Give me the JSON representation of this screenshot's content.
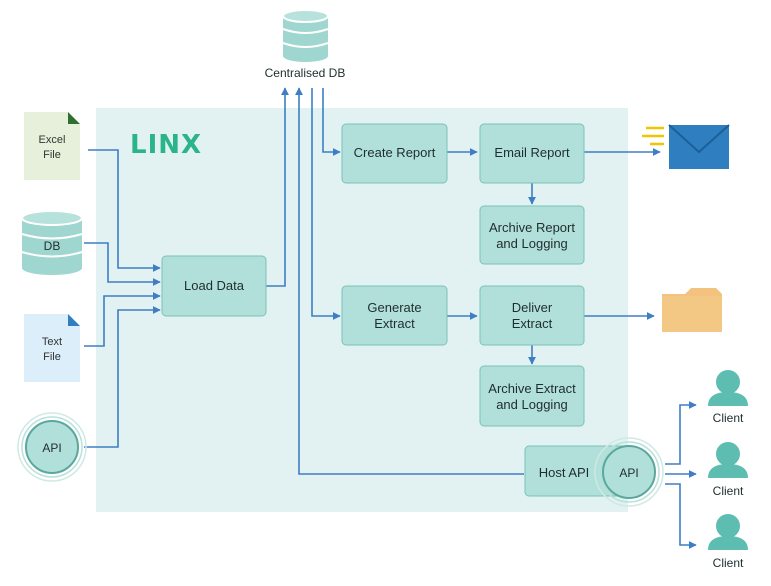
{
  "brand": {
    "logo_text": "LINX",
    "logo_color": "#2bb38a"
  },
  "colors": {
    "panel_bg": "#e2f2f2",
    "box_fill": "#b1e0da",
    "box_stroke": "#7bc2b8",
    "arrow": "#3e7ec4",
    "db_fill": "#9fd6cf",
    "folder": "#f2c27e",
    "mail": "#2f7fc0",
    "mail_lines": "#f5c400",
    "person": "#5cbdb0"
  },
  "central_db": {
    "label": "Centralised DB",
    "icon": "database-icon"
  },
  "sources": {
    "excel": {
      "line1": "Excel",
      "line2": "File",
      "icon": "document-icon"
    },
    "db": {
      "label": "DB",
      "icon": "database-icon"
    },
    "text": {
      "line1": "Text",
      "line2": "File",
      "icon": "document-icon"
    },
    "api": {
      "label": "API",
      "icon": "api-circle-icon"
    }
  },
  "boxes": {
    "load_data": {
      "line1": "Load Data"
    },
    "create_report": {
      "line1": "Create Report"
    },
    "email_report": {
      "line1": "Email Report"
    },
    "archive_report": {
      "line1": "Archive Report",
      "line2": "and Logging"
    },
    "generate_extract": {
      "line1": "Generate",
      "line2": "Extract"
    },
    "deliver_extract": {
      "line1": "Deliver",
      "line2": "Extract"
    },
    "archive_extract": {
      "line1": "Archive Extract",
      "line2": "and Logging"
    },
    "host_api": {
      "line1": "Host API"
    }
  },
  "host_api_badge": {
    "label": "API",
    "icon": "api-circle-icon"
  },
  "outputs": {
    "mail": {
      "icon": "envelope-icon"
    },
    "folder": {
      "icon": "folder-icon"
    }
  },
  "clients": [
    {
      "label": "Client",
      "icon": "person-icon"
    },
    {
      "label": "Client",
      "icon": "person-icon"
    },
    {
      "label": "Client",
      "icon": "person-icon"
    }
  ]
}
